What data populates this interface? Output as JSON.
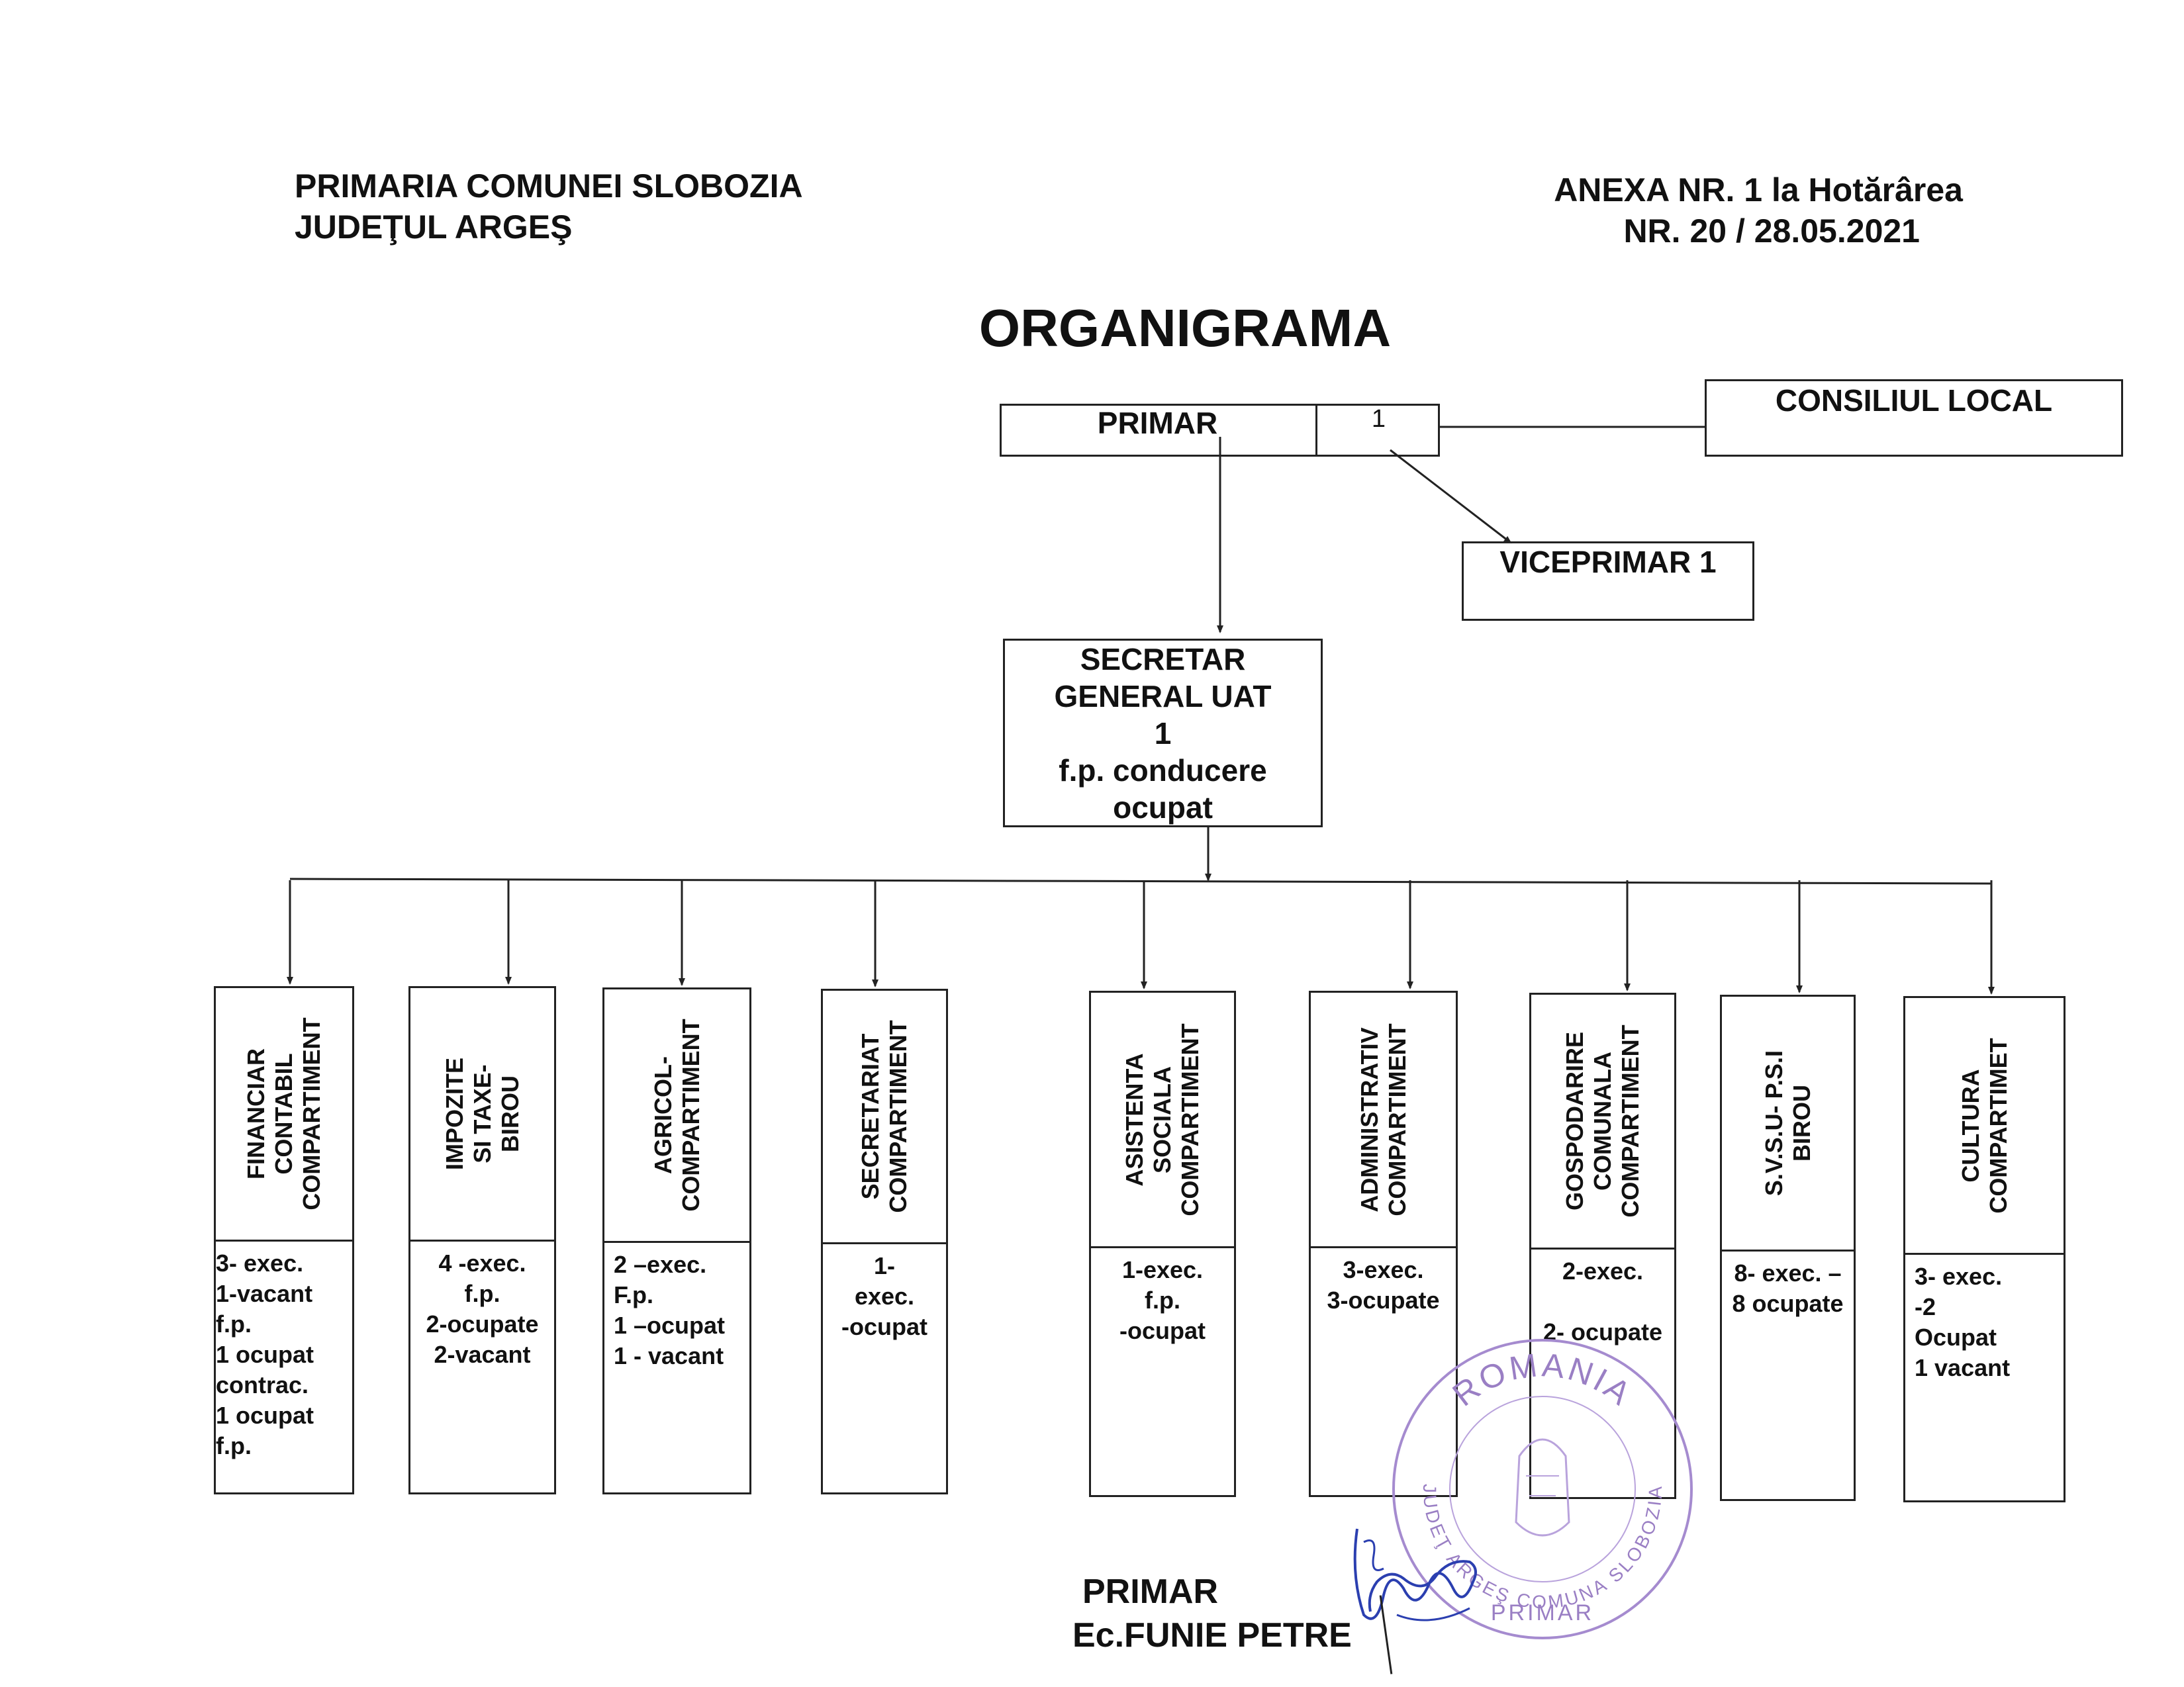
{
  "header": {
    "left_line1": "PRIMARIA COMUNEI SLOBOZIA",
    "left_line2": "JUDEŢUL ARGEŞ",
    "right_line1": "ANEXA NR. 1 la Hotărârea",
    "right_line2": "NR. 20  / 28.05.2021"
  },
  "title": "ORGANIGRAMA",
  "top": {
    "primar_label": "PRIMAR",
    "primar_count": "1",
    "consiliu_label": "CONSILIUL LOCAL",
    "viceprimar_label": "VICEPRIMAR 1"
  },
  "secretar": {
    "lines": [
      "SECRETAR",
      "GENERAL UAT",
      "1",
      "f.p. conducere",
      "ocupat"
    ]
  },
  "departments": [
    {
      "name": [
        "FINANCIAR",
        "CONTABIL",
        "COMPARTIMENT"
      ],
      "info": [
        "3- exec.",
        "1-vacant",
        "f.p.",
        "1 ocupat",
        "contrac.",
        "1 ocupat",
        "f.p."
      ],
      "align": "left"
    },
    {
      "name": [
        "IMPOZITE",
        "SI TAXE-",
        "BIROU"
      ],
      "info": [
        "4 -exec.",
        "f.p.",
        "2-ocupate",
        "2-vacant"
      ],
      "align": "center"
    },
    {
      "name": [
        "AGRICOL-",
        "COMPARTIMENT"
      ],
      "info": [
        "2 –exec.",
        "F.p.",
        "1 –ocupat",
        "1 - vacant"
      ],
      "align": "left-indent"
    },
    {
      "name": [
        "SECRETARIAT",
        "COMPARTIMENT"
      ],
      "info": [
        "1-",
        "exec.",
        "-ocupat"
      ],
      "align": "center"
    },
    {
      "name": [
        "ASISTENTA",
        "SOCIALA",
        "COMPARTIMENT"
      ],
      "info": [
        "1-exec.",
        "f.p.",
        "-ocupat"
      ],
      "align": "center"
    },
    {
      "name": [
        "ADMINISTRATIV",
        "COMPARTIMENT"
      ],
      "info": [
        "3-exec.",
        "3-ocupate"
      ],
      "align": "center"
    },
    {
      "name": [
        "GOSPODARIRE",
        "COMUNALA",
        "COMPARTIMENT"
      ],
      "info": [
        "2-exec.",
        "",
        "2- ocupate"
      ],
      "align": "center"
    },
    {
      "name": [
        "S.V.S.U- P.S.I",
        "BIROU"
      ],
      "info": [
        "8- exec. –",
        "8 ocupate"
      ],
      "align": "center"
    },
    {
      "name": [
        "CULTURA",
        "COMPARTIMET"
      ],
      "info": [
        "3- exec.",
        "-2",
        "Ocupat",
        "1 vacant"
      ],
      "align": "left-indent"
    }
  ],
  "signature": {
    "role": "PRIMAR",
    "name": "Ec.FUNIE PETRE"
  },
  "stamp": {
    "top_text": "ROMANIA",
    "bottom_text": "JUDEŢ ARGEŞ COMUNA SLOBOZIA",
    "center_text": "PRIMAR"
  }
}
